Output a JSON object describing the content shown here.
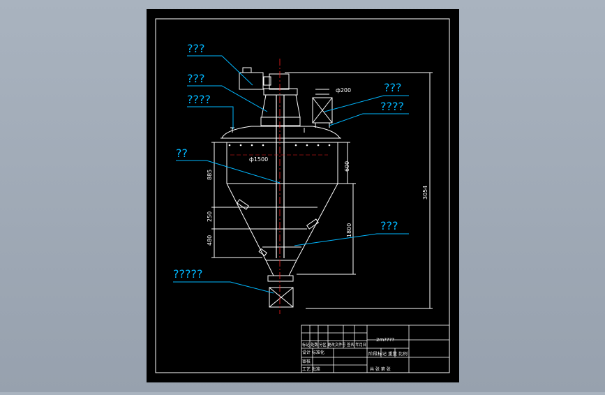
{
  "viewer": {
    "background_color": "#9ea8b5",
    "canvas_color": "#000000",
    "line_color": "#ffffff",
    "accent_color": "#00b7ff",
    "axis_color": "#ff2020"
  },
  "callouts": {
    "motor": "???",
    "reducer": "???",
    "flange_top": "????",
    "shaft": "??",
    "inlet_valve": "???",
    "inlet_pipe": "????",
    "agitator_blade": "???",
    "outlet_valve": "?????"
  },
  "dimensions": {
    "pipe_diameter": "ф200",
    "tank_diameter": "ф1500",
    "total_height": "3054",
    "cylinder_height": "600",
    "cone_height": "1800",
    "left_upper": "885",
    "left_middle": "250",
    "left_lower": "480"
  },
  "title_block": {
    "drawing_name": "2m????",
    "header_row": "标记 处数 分区 更改文件号 签名 年月日",
    "designer_row": "设计   标准化",
    "stage_row": "阶段标记 重量 比例",
    "review_row": "审核",
    "process_row": "工艺   批准",
    "sheet_row": "共  张 第  张"
  }
}
